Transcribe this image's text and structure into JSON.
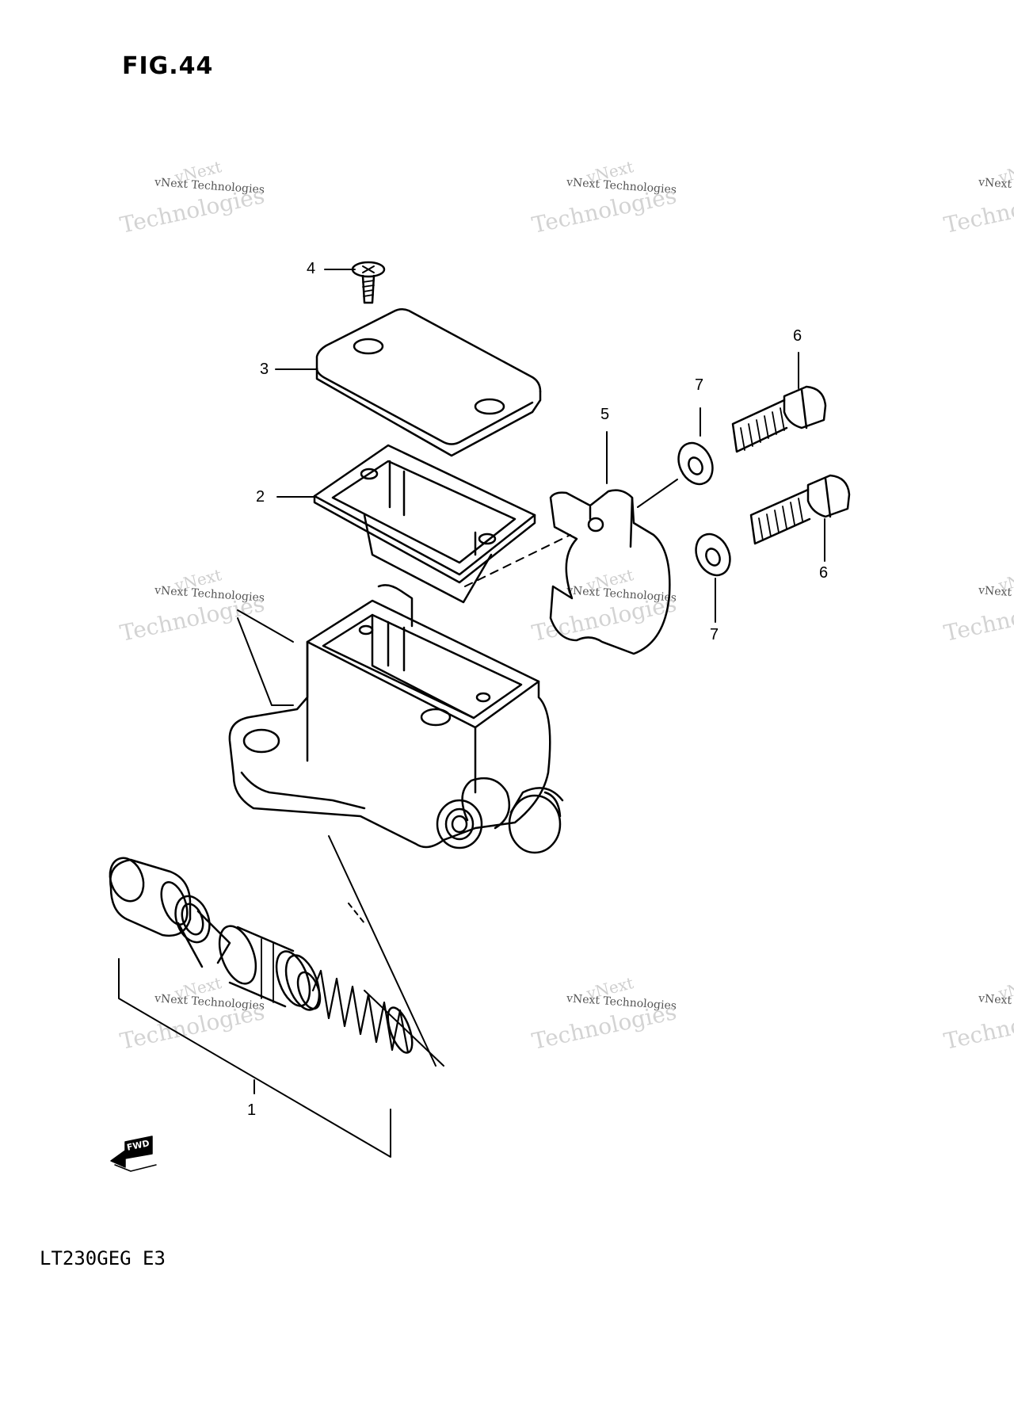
{
  "figure": {
    "title": "FIG.44",
    "model": "LT230GEG  E3"
  },
  "watermark": {
    "line1": "vNext",
    "line2": "vNext Technologies",
    "line3": "Technologies"
  },
  "callouts": [
    {
      "id": "1",
      "label": "1"
    },
    {
      "id": "2",
      "label": "2"
    },
    {
      "id": "3",
      "label": "3"
    },
    {
      "id": "4",
      "label": "4"
    },
    {
      "id": "5",
      "label": "5"
    },
    {
      "id": "6a",
      "label": "6"
    },
    {
      "id": "6b",
      "label": "6"
    },
    {
      "id": "7a",
      "label": "7"
    },
    {
      "id": "7b",
      "label": "7"
    }
  ],
  "fwd_arrow": {
    "label": "FWD"
  },
  "colors": {
    "line": "#000000",
    "watermark": "#c8c8c8"
  }
}
